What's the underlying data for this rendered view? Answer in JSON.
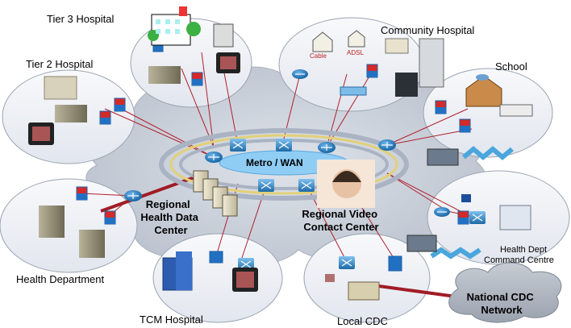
{
  "nodes": {
    "tier3": "Tier 3 Hospital",
    "tier2": "Tier 2 Hospital",
    "community": "Community Hospital",
    "school": "School",
    "health_dept": "Health Department",
    "tcm": "TCM Hospital",
    "local_cdc": "Local CDC",
    "health_dept_command": "Health Dept\nCommand Centre",
    "national_cdc": "National CDC\nNetwork"
  },
  "center": {
    "metro_wan": "Metro / WAN",
    "regional_data": "Regional\nHealth Data\nCenter",
    "regional_video": "Regional Video\nContact Center"
  },
  "links": {
    "cable": "Cable",
    "adsl": "ADSL"
  },
  "colors": {
    "cloud": "#c9cfd9",
    "bubble": "#eef0f5",
    "ring_outer": "#a9b3c3",
    "ring_inner": "#e7d98f",
    "link": "#b0202c",
    "trunk": "#b0202c",
    "router": "#1b75bc"
  }
}
